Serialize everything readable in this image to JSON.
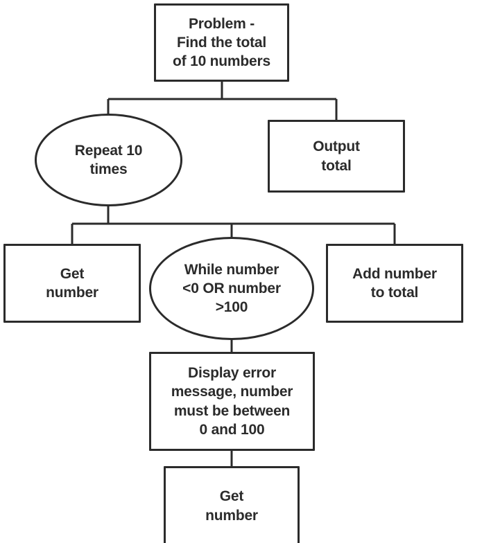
{
  "diagram": {
    "title": "Structured flowchart - find the total of 10 numbers",
    "background_color": "#ffffff",
    "stroke_color": "#2b2b2b",
    "text_color": "#2b2b2b",
    "nodes": {
      "problem": {
        "label": "Problem -\nFind the total\nof 10 numbers",
        "shape": "rectangle"
      },
      "repeat": {
        "label": "Repeat 10\ntimes",
        "shape": "ellipse"
      },
      "output": {
        "label": "Output\ntotal",
        "shape": "rectangle"
      },
      "get_number_1": {
        "label": "Get\nnumber",
        "shape": "rectangle"
      },
      "while": {
        "label": "While number\n<0 OR number\n>100",
        "shape": "ellipse"
      },
      "add_total": {
        "label": "Add number\nto total",
        "shape": "rectangle"
      },
      "display_err": {
        "label": "Display error\nmessage, number\nmust be between\n0 and 100",
        "shape": "rectangle"
      },
      "get_number_2": {
        "label": "Get\nnumber",
        "shape": "rectangle"
      }
    },
    "edges": [
      {
        "from": "problem",
        "to": "repeat"
      },
      {
        "from": "problem",
        "to": "output"
      },
      {
        "from": "repeat",
        "to": "get_number_1"
      },
      {
        "from": "repeat",
        "to": "while"
      },
      {
        "from": "repeat",
        "to": "add_total"
      },
      {
        "from": "while",
        "to": "display_err"
      },
      {
        "from": "display_err",
        "to": "get_number_2"
      }
    ]
  }
}
